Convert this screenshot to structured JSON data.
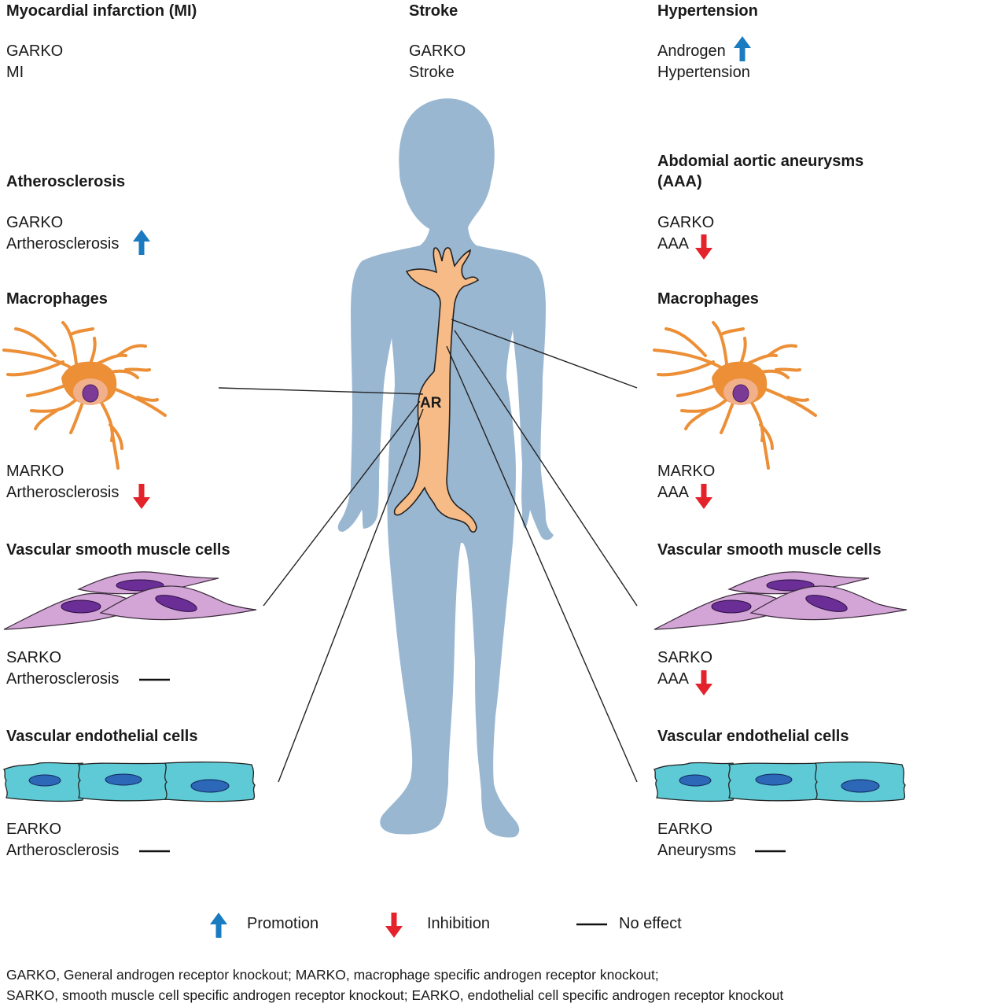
{
  "colors": {
    "promotion": "#1b7bc0",
    "inhibition": "#e3222b",
    "body": "#9ab7d2",
    "aorta": "#f6bb87",
    "macrophage": "#ec8f36",
    "nucleus_macrophage": "#7b3a96",
    "smooth_muscle": "#d2a5d6",
    "nucleus_smooth": "#6a2e96",
    "endothelial": "#5ecad6",
    "nucleus_endothelial": "#2d67b7"
  },
  "center": {
    "label": "AR"
  },
  "left": {
    "mi": {
      "title": "Myocardial infarction (MI)",
      "line1": "GARKO",
      "line2": "MI"
    },
    "athero": {
      "title": "Atherosclerosis",
      "line1": "GARKO",
      "line2": "Artherosclerosis",
      "effect": "promotion"
    },
    "macrophages": {
      "title": "Macrophages",
      "line1": "MARKO",
      "line2": "Artherosclerosis",
      "effect": "inhibition"
    },
    "smooth": {
      "title": "Vascular smooth muscle cells",
      "line1": "SARKO",
      "line2": "Artherosclerosis",
      "effect": "no-effect"
    },
    "endo": {
      "title": "Vascular endothelial cells",
      "line1": "EARKO",
      "line2": "Artherosclerosis",
      "effect": "no-effect"
    }
  },
  "middle": {
    "stroke": {
      "title": "Stroke",
      "line1": "GARKO",
      "line2": "Stroke"
    }
  },
  "right": {
    "hypertension": {
      "title": "Hypertension",
      "line1": "Androgen",
      "line2": "Hypertension",
      "effect": "promotion"
    },
    "aaa": {
      "title_line1": "Abdomial aortic aneurysms",
      "title_line2": "(AAA)",
      "line1": "GARKO",
      "line2": "AAA",
      "effect": "inhibition"
    },
    "macrophages": {
      "title": "Macrophages",
      "line1": "MARKO",
      "line2": "AAA",
      "effect": "inhibition"
    },
    "smooth": {
      "title": "Vascular smooth muscle cells",
      "line1": "SARKO",
      "line2": "AAA",
      "effect": "inhibition"
    },
    "endo": {
      "title": "Vascular endothelial cells",
      "line1": "EARKO",
      "line2": "Aneurysms",
      "effect": "no-effect"
    }
  },
  "legend": {
    "promotion": "Promotion",
    "inhibition": "Inhibition",
    "no_effect": "No effect"
  },
  "footnote": {
    "line1": "GARKO, General androgen receptor knockout; MARKO, macrophage specific androgen receptor knockout;",
    "line2": "SARKO, smooth muscle cell specific androgen receptor knockout; EARKO, endothelial cell specific androgen receptor knockout"
  }
}
